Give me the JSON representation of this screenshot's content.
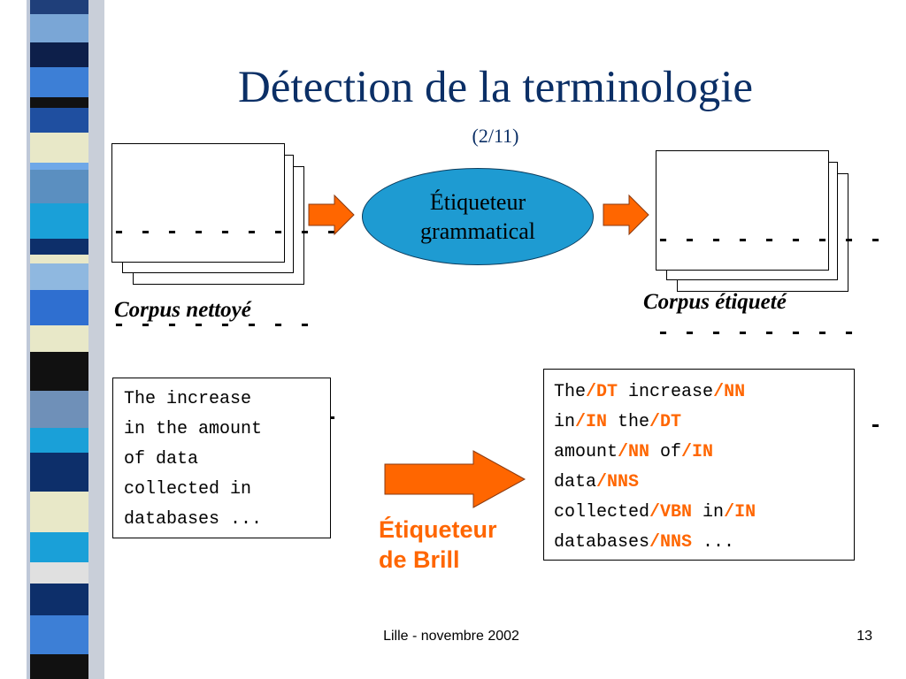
{
  "slide": {
    "title": "Détection de la terminologie",
    "subtitle": "(2/11)",
    "left_doc": {
      "lines": [
        "- - - - - - - - -",
        "- - - - - - - -",
        "- - - - - - - - -"
      ],
      "caption": "Corpus nettoyé"
    },
    "right_doc": {
      "lines": [
        "- - - - - - - - -",
        "- - - - - - - -",
        "- - - - - - - - -"
      ],
      "caption": "Corpus étiqueté"
    },
    "tagger": {
      "line1": "Étiqueteur",
      "line2": "grammatical"
    },
    "input_text": {
      "lines": [
        "The increase",
        "in the amount",
        "of data",
        "collected in",
        "databases ..."
      ]
    },
    "tagged_text": {
      "lines": [
        [
          {
            "w": "The",
            "t": "/DT"
          },
          {
            "w": " increase",
            "t": "/NN"
          }
        ],
        [
          {
            "w": "in",
            "t": "/IN"
          },
          {
            "w": " the",
            "t": "/DT"
          }
        ],
        [
          {
            "w": "amount",
            "t": "/NN"
          },
          {
            "w": " of",
            "t": "/IN"
          }
        ],
        [
          {
            "w": "data",
            "t": "/NNS"
          }
        ],
        [
          {
            "w": "collected",
            "t": "/VBN"
          },
          {
            "w": " in",
            "t": "/IN"
          }
        ],
        [
          {
            "w": "databases",
            "t": "/NNS"
          },
          {
            "w": " ...",
            "t": ""
          }
        ]
      ]
    },
    "brill": {
      "line1": "Étiqueteur",
      "line2": "de Brill"
    },
    "footer": {
      "center": "Lille - novembre 2002",
      "page_number": "13"
    },
    "colors": {
      "title": "#0b2f66",
      "arrow": "#ff6600",
      "ellipse": "#1e9bd2",
      "tag": "#ff6600"
    },
    "icons": {
      "arrow": "right-arrow-icon",
      "document": "stacked-documents-icon"
    }
  }
}
